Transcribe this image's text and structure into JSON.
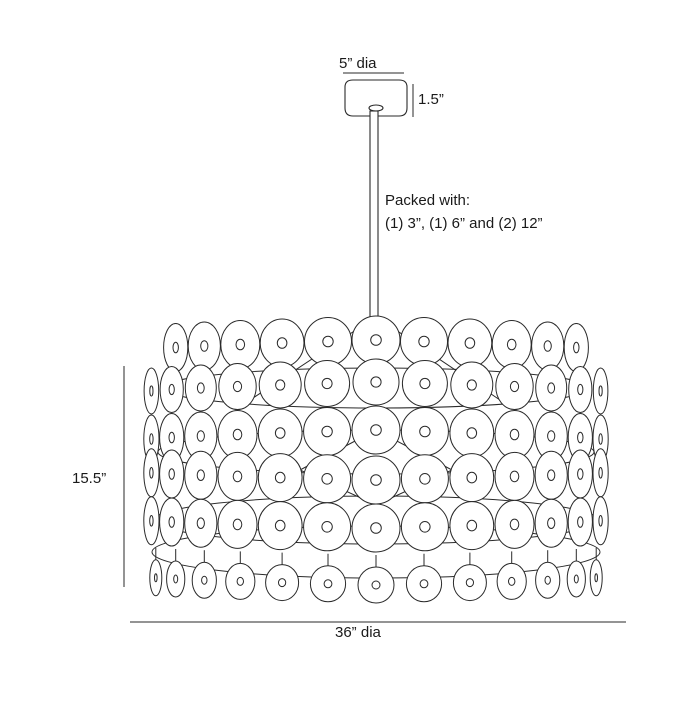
{
  "dimensions": {
    "canopy_diameter": "5” dia",
    "canopy_height": "1.5”",
    "fixture_height": "15.5”",
    "fixture_diameter": "36” dia"
  },
  "packing_note": {
    "line1": "Packed with:",
    "line2": "(1) 3”, (1) 6” and (2) 12”"
  },
  "colors": {
    "line": "#2a2a2a",
    "background": "#ffffff"
  }
}
